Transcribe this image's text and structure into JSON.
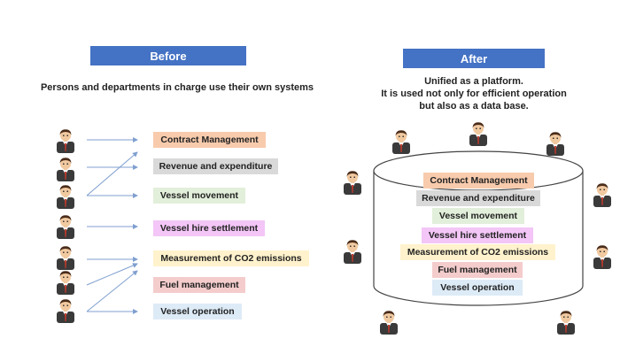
{
  "before": {
    "title": "Before",
    "description": "Persons and departments in charge use their own systems",
    "items": [
      {
        "label": "Contract Management",
        "color": "#f8cbad"
      },
      {
        "label": "Revenue and expenditure",
        "color": "#d9d9d9"
      },
      {
        "label": "Vessel movement",
        "color": "#e2efda"
      },
      {
        "label": "Vessel hire settlement",
        "color": "#f3c6f7"
      },
      {
        "label": "Measurement of CO2 emissions",
        "color": "#fff2cc"
      },
      {
        "label": "Fuel management",
        "color": "#f4cccc"
      },
      {
        "label": "Vessel operation",
        "color": "#ddebf7"
      }
    ]
  },
  "after": {
    "title": "After",
    "description_lines": [
      "Unified as a platform.",
      "It is used not only for efficient operation",
      "but also as a data base."
    ],
    "items": [
      {
        "label": "Contract Management",
        "color": "#f8cbad"
      },
      {
        "label": "Revenue and expenditure",
        "color": "#d9d9d9"
      },
      {
        "label": "Vessel movement",
        "color": "#e2efda"
      },
      {
        "label": "Vessel hire settlement",
        "color": "#f3c6f7"
      },
      {
        "label": "Measurement of CO2 emissions",
        "color": "#fff2cc"
      },
      {
        "label": "Fuel management",
        "color": "#f4cccc"
      },
      {
        "label": "Vessel operation",
        "color": "#ddebf7"
      }
    ]
  },
  "colors": {
    "header": "#4472c4",
    "arrow": "#7f9fcf",
    "cylinder_stroke": "#444444"
  },
  "icons": {
    "person": "person-icon"
  }
}
